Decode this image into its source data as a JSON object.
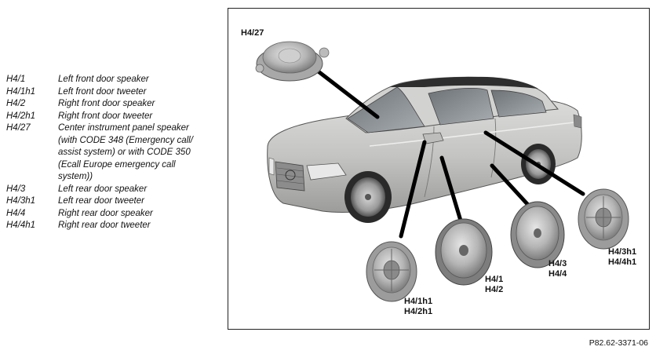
{
  "legend": {
    "items": [
      {
        "code": "H4/1",
        "desc": "Left front door speaker"
      },
      {
        "code": "H4/1h1",
        "desc": "Left front door tweeter"
      },
      {
        "code": "H4/2",
        "desc": "Right front door speaker"
      },
      {
        "code": "H4/2h1",
        "desc": "Right front door tweeter"
      },
      {
        "code": "H4/27",
        "desc": "Center instrument panel speaker\n(with CODE 348 (Emergency call/\nassist system) or with CODE 350\n(Ecall Europe emergency call\nsystem))"
      },
      {
        "code": "H4/3",
        "desc": "Left rear door speaker"
      },
      {
        "code": "H4/3h1",
        "desc": "Left rear door tweeter"
      },
      {
        "code": "H4/4",
        "desc": "Right rear door speaker"
      },
      {
        "code": "H4/4h1",
        "desc": "Right rear door tweeter"
      }
    ]
  },
  "callouts": {
    "center_panel": "H4/27",
    "front_tweeters": "H4/1h1\nH4/2h1",
    "front_speakers": "H4/1\nH4/2",
    "rear_speakers": "H4/3\nH4/4",
    "rear_tweeters": "H4/3h1\nH4/4h1"
  },
  "figure_id": "P82.62-3371-06",
  "colors": {
    "car_body": "#c4c4c2",
    "glass": "#8a8f94",
    "speaker": "#b8b8b8",
    "lines": "#000000"
  }
}
